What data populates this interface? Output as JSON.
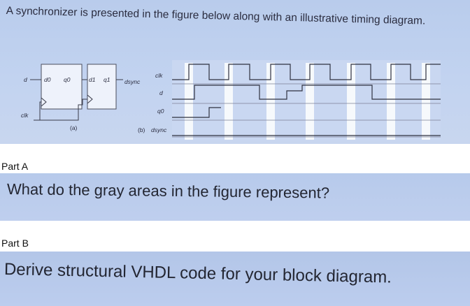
{
  "prompt": {
    "text": "A synchronizer is presented in the figure below along with an illustrative timing diagram."
  },
  "figure": {
    "block": {
      "input_d": "d",
      "ff1_in": "d0",
      "ff1_out": "q0",
      "ff2_in": "d1",
      "ff2_out": "q1",
      "output": "dsync",
      "clock": "clk",
      "caption": "(a)"
    },
    "timing": {
      "signals": [
        "clk",
        "d",
        "q0",
        "dsync"
      ],
      "caption": "(b)"
    }
  },
  "partA": {
    "label": "Part A",
    "question": "What do the gray areas in the figure represent?"
  },
  "partB": {
    "label": "Part B",
    "question": "Derive structural VHDL code for your block diagram."
  },
  "colors": {
    "page_background": "#ffffff",
    "question_band": "#bfcfee",
    "gray_area": "#ffffff",
    "ink": "#2b2d40"
  }
}
